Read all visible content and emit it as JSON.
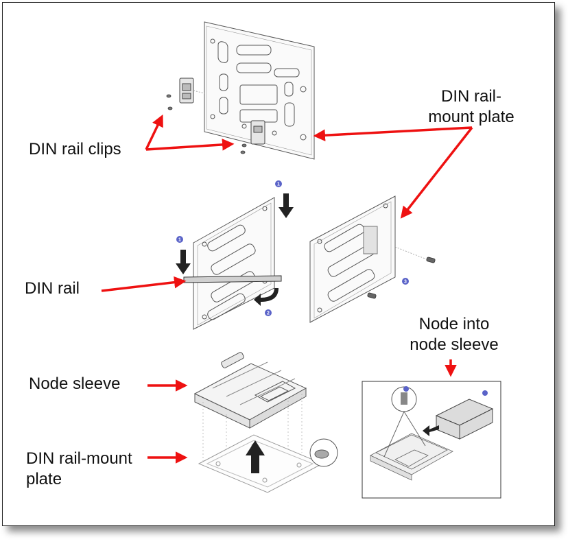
{
  "labels": {
    "din_rail_clips": "DIN rail clips",
    "mount_plate_top_line1": "DIN rail-",
    "mount_plate_top_line2": "mount plate",
    "din_rail": "DIN rail",
    "node_into_line1": "Node into",
    "node_into_line2": "node sleeve",
    "node_sleeve": "Node sleeve",
    "mount_plate_bottom_line1": "DIN rail-mount",
    "mount_plate_bottom_line2": "plate"
  },
  "steps": {
    "step1": "1",
    "step2": "2",
    "step3": "3"
  },
  "colors": {
    "arrow": "#ee1111",
    "line": "#555555",
    "step_badge": "#5a63c8",
    "frame": "#222222"
  }
}
